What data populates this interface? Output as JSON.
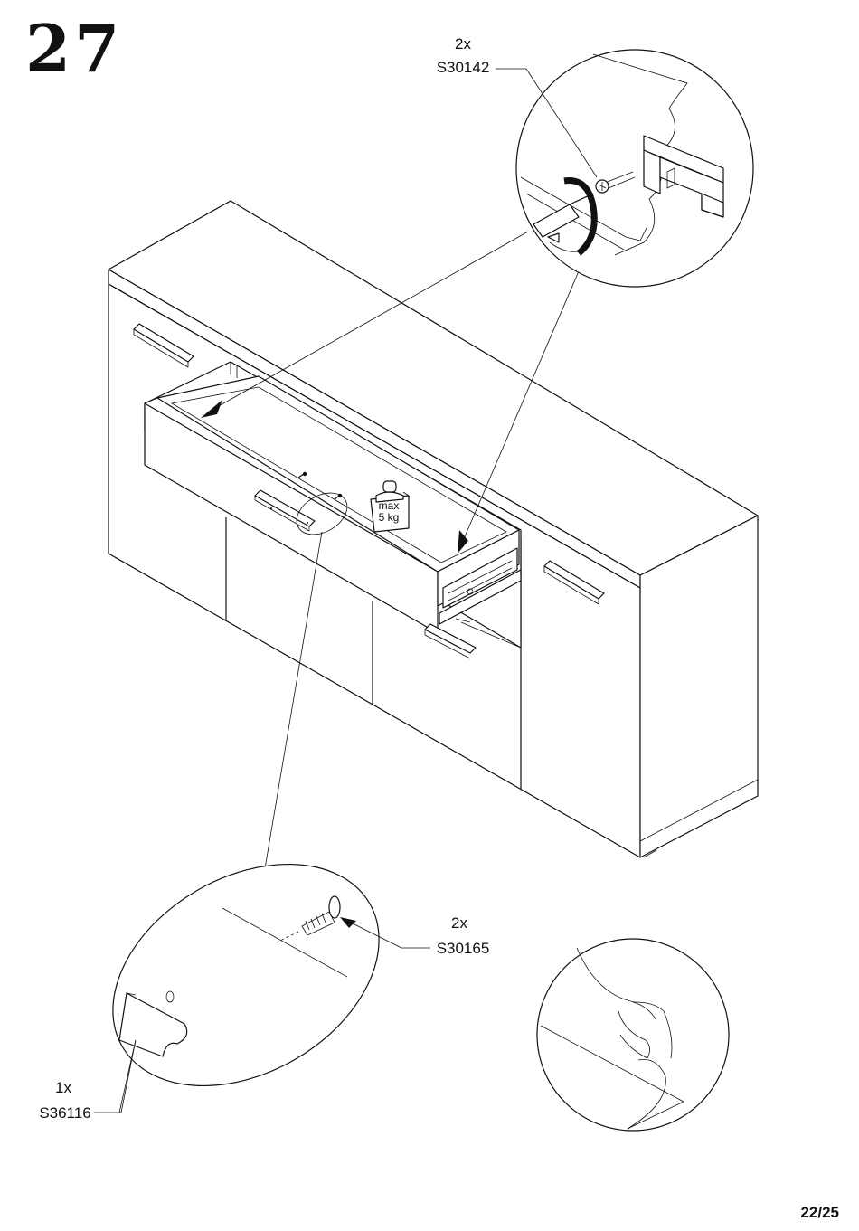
{
  "step_number": "27",
  "callouts": {
    "top": {
      "qty": "2x",
      "part": "S30142"
    },
    "middle": {
      "qty": "2x",
      "part": "S30165"
    },
    "bottom": {
      "qty": "1x",
      "part": "S36116"
    }
  },
  "weight_label": {
    "line1": "max",
    "line2": "5 kg"
  },
  "page_number": "22/25"
}
